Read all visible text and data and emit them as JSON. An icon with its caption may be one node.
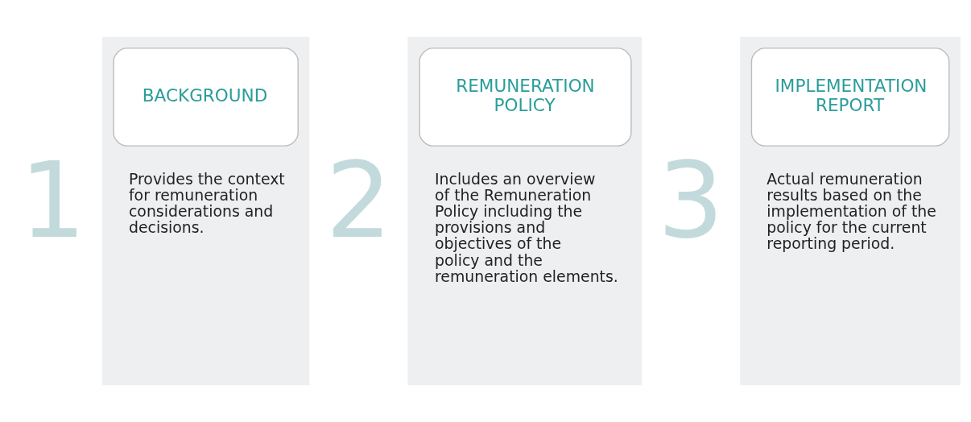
{
  "diagram": {
    "nodes": [
      {
        "text": [
          "BACKGROUND",
          "Provides the context for remuneration considerations and decisions."
        ],
        "beside": [
          "1"
        ]
      },
      {
        "text": [
          "REMUNERATION POLICY",
          "Includes an overview of the Remuneration Policy including the provisions and objectives of the policy and the remuneration elements."
        ],
        "beside": [
          "2"
        ]
      },
      {
        "text": [
          "IMPLEMENTATION REPORT",
          "Actual remuneration results based on the implementation of the policy for the current reporting period."
        ],
        "beside": [
          "3"
        ]
      }
    ],
    "edges": []
  }
}
